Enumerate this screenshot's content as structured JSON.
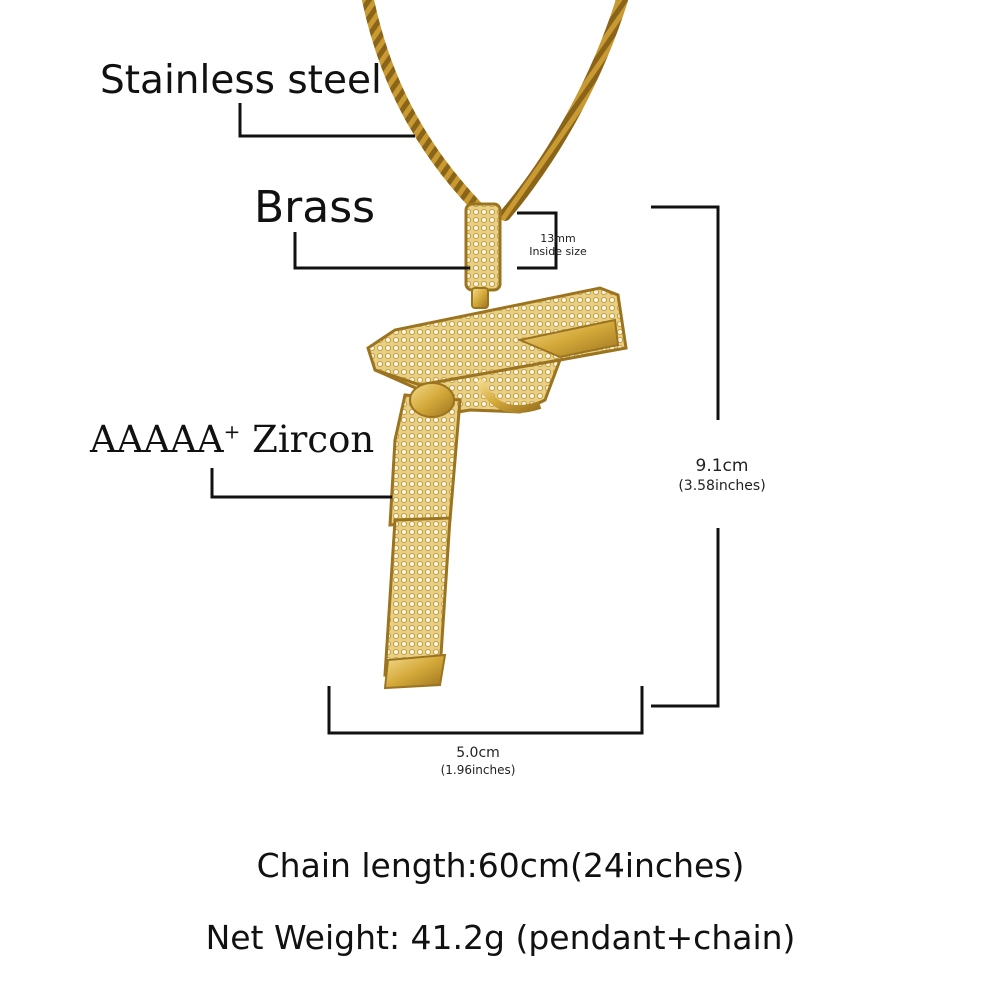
{
  "callouts": {
    "chain_material": "Stainless steel",
    "bail_material": "Brass",
    "stone_grade": "AAAAA",
    "stone_grade_sup": "+",
    "stone_type": "Zircon"
  },
  "dimensions": {
    "bail_inside": "13mm",
    "bail_inside_label": "Inside size",
    "height_cm": "9.1cm",
    "height_in": "(3.58inches)",
    "width_cm": "5.0cm",
    "width_in": "(1.96inches)"
  },
  "specs": {
    "chain_length": "Chain length:60cm(24inches)",
    "net_weight": "Net Weight: 41.2g (pendant+chain)"
  },
  "colors": {
    "gold": "#d4a93a",
    "gold_dark": "#9c7420",
    "gold_light": "#f3dc8e",
    "line": "#111111"
  }
}
